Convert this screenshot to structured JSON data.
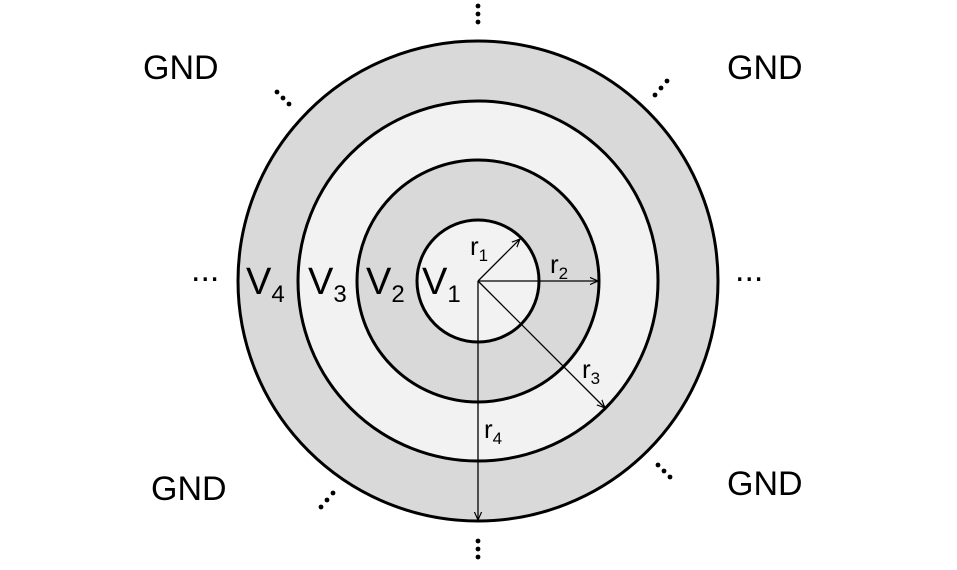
{
  "diagram": {
    "colors": {
      "outline": "#000000",
      "dark_ring": "#d9d9d9",
      "light_ring": "#f2f2f2",
      "background": "#ffffff"
    },
    "ground_labels": {
      "top_left": "GND",
      "top_right": "GND",
      "bottom_left": "GND",
      "bottom_right": "GND"
    },
    "ellipsis": "...",
    "voltages": [
      {
        "main": "V",
        "sub": "1"
      },
      {
        "main": "V",
        "sub": "2"
      },
      {
        "main": "V",
        "sub": "3"
      },
      {
        "main": "V",
        "sub": "4"
      }
    ],
    "radii": [
      {
        "main": "r",
        "sub": "1"
      },
      {
        "main": "r",
        "sub": "2"
      },
      {
        "main": "r",
        "sub": "3"
      },
      {
        "main": "r",
        "sub": "4"
      }
    ]
  }
}
